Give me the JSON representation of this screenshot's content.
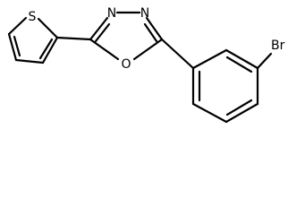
{
  "diagram": {
    "type": "chemical-structure",
    "atom_labels": {
      "sulfur": "S",
      "nitrogen_left": "N",
      "nitrogen_right": "N",
      "oxygen": "O",
      "bromine": "Br"
    },
    "colors": {
      "bond": "#000000",
      "text": "#000000",
      "background": "#ffffff"
    }
  }
}
